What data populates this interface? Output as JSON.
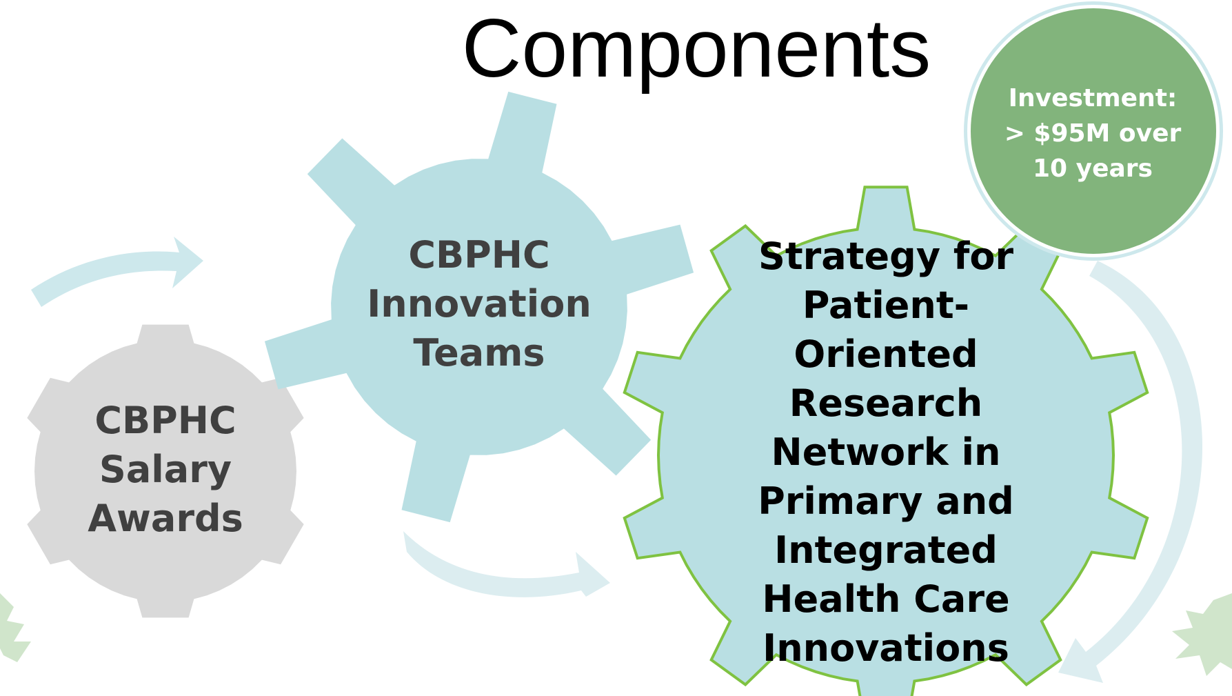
{
  "slide": {
    "title": "Components"
  },
  "gears": {
    "salary_awards": {
      "line1": "CBPHC",
      "line2": "Salary",
      "line3": "Awards"
    },
    "innovation_teams": {
      "line1": "CBPHC",
      "line2": "Innovation",
      "line3": "Teams"
    },
    "strategy": {
      "lines": [
        "Strategy for",
        "Patient-",
        "Oriented",
        "Research",
        "Network in",
        "Primary and",
        "Integrated",
        "Health Care",
        "Innovations"
      ]
    }
  },
  "investment": {
    "line1": "Investment:",
    "line2": "> $95M over",
    "line3": "10 years"
  },
  "colors": {
    "gray_gear": "#d9d9d9",
    "blue_gear": "#b9dfe3",
    "gear_outline": "#7fc241",
    "arrow": "#cde8ec",
    "investment_circle": "#82b47c",
    "investment_ring": "#cde8ec",
    "leaf": "#a9cfa0"
  }
}
